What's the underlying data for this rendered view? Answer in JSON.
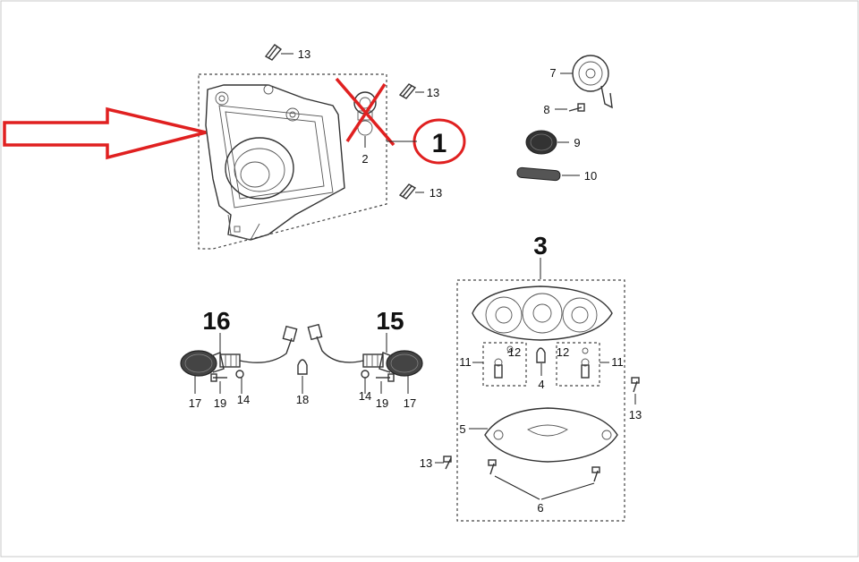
{
  "diagram": {
    "callouts": {
      "c1": "1",
      "c2": "2",
      "c3": "3",
      "c4": "4",
      "c5": "5",
      "c6": "6",
      "c7": "7",
      "c8": "8",
      "c9": "9",
      "c10": "10",
      "c11a": "11",
      "c11b": "11",
      "c12a": "12",
      "c12b": "12",
      "c13a": "13",
      "c13b": "13",
      "c13c": "13",
      "c13d": "13",
      "c13e": "13",
      "c14a": "14",
      "c14b": "14",
      "c15": "15",
      "c16": "16",
      "c17a": "17",
      "c17b": "17",
      "c18": "18",
      "c19a": "19",
      "c19b": "19"
    },
    "colors": {
      "annotation_red": "#e02020",
      "line": "#333333",
      "background": "#ffffff"
    }
  }
}
